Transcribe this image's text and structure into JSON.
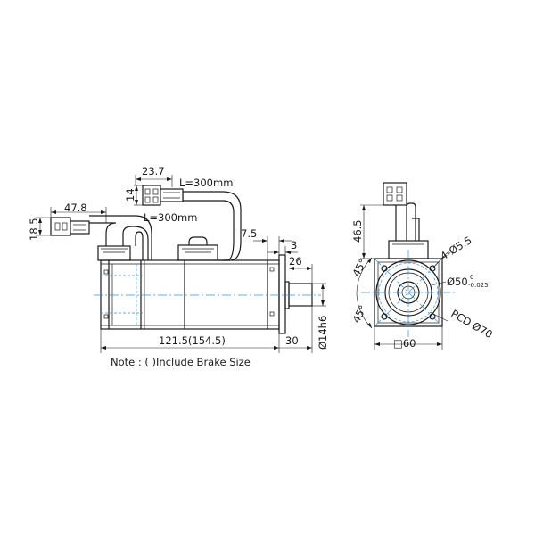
{
  "dimensions": {
    "cable_len_top": "L=300mm",
    "cable_len_left": "L=300mm",
    "conn_top_width": "23.7",
    "conn_top_height": "14",
    "conn_left_width": "47.8",
    "conn_left_height": "18.5",
    "flange_offset": "7.5",
    "flange_thickness": "3",
    "shaft_length": "26",
    "shaft_dia": "Ø14h6",
    "shaft_total": "30",
    "body_length": "121.5(154.5)",
    "conn_end_height": "46.5",
    "hole_spec": "4-Ø5.5",
    "pilot_dia": "Ø50",
    "pilot_tol_upper": "0",
    "pilot_tol_lower": "-0.025",
    "pcd": "PCD Ø70",
    "angle_top": "45°",
    "angle_bottom": "45°",
    "square_size": "□60"
  },
  "note": "Note : ( )Include Brake Size"
}
